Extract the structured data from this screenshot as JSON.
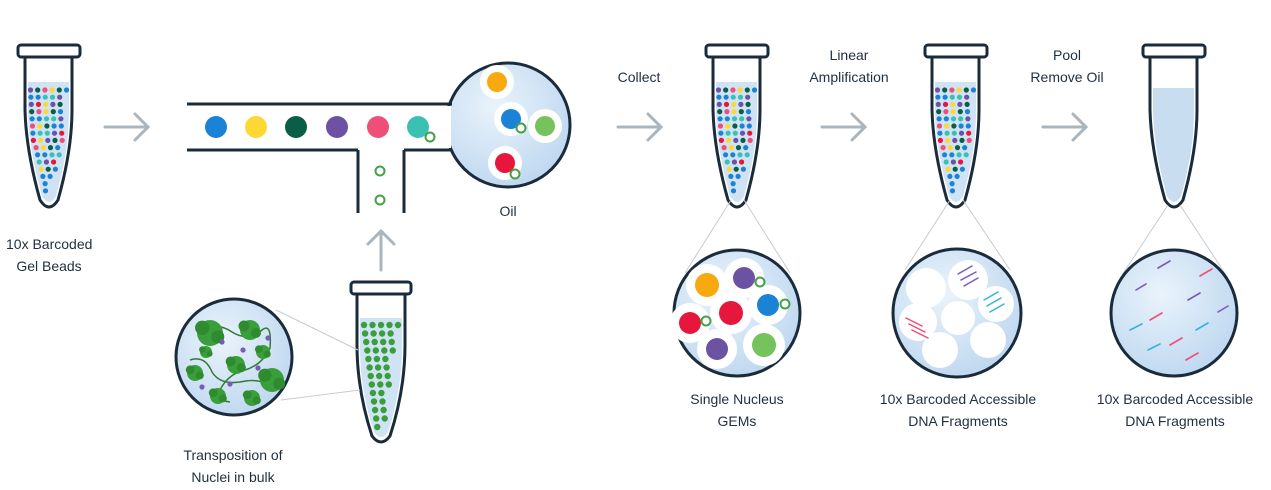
{
  "labels": {
    "gel_beads": [
      "10x Barcoded",
      "Gel Beads"
    ],
    "oil": "Oil",
    "collect": "Collect",
    "linear_amplification": [
      "Linear",
      "Amplification"
    ],
    "pool_remove_oil": [
      "Pool",
      "Remove Oil"
    ],
    "transposition": [
      "Transposition of",
      "Nuclei in bulk"
    ],
    "single_nucleus": [
      "Single Nucleus",
      "GEMs"
    ],
    "accessible_fragments_1": [
      "10x Barcoded Accessible",
      "DNA Fragments"
    ],
    "accessible_fragments_2": [
      "10x Barcoded Accessible",
      "DNA Fragments"
    ]
  },
  "colors": {
    "blue": "#1b83d6",
    "yellow": "#fdd835",
    "dark_green": "#0b5e45",
    "purple": "#6c52a3",
    "pink": "#ee4f78",
    "teal": "#3bc1b4",
    "green": "#45a047",
    "orange": "#f7a90f",
    "red": "#e6163c",
    "light_green": "#74c35c",
    "arrow": "#aab5bd",
    "outline": "#1a2b3c",
    "liquid": "#cfe3f5",
    "nucleus_green": "#3a9e3a"
  },
  "channel_droplets": [
    "blue",
    "yellow",
    "dark_green",
    "purple",
    "pink",
    "teal",
    "purple"
  ],
  "oil_circle_droplets": [
    "orange",
    "blue",
    "light_green",
    "red"
  ],
  "gem_droplets": [
    "orange",
    "purple",
    "red",
    "red",
    "blue",
    "purple",
    "light_green"
  ]
}
